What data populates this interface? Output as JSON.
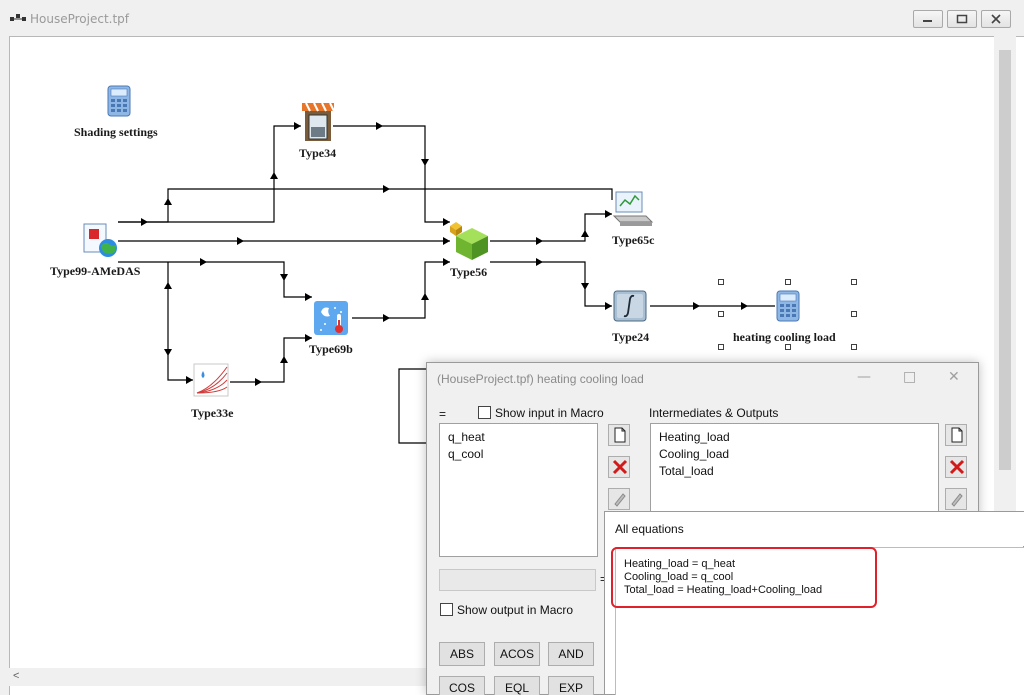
{
  "window": {
    "title": "HouseProject.tpf"
  },
  "components": {
    "shading": {
      "label": "Shading settings"
    },
    "type34": {
      "label": "Type34"
    },
    "type99": {
      "label": "Type99-AMeDAS"
    },
    "type56": {
      "label": "Type56"
    },
    "type65c": {
      "label": "Type65c"
    },
    "type24": {
      "label": "Type24"
    },
    "heating_cooling_load": {
      "label": "heating cooling load"
    },
    "type69b": {
      "label": "Type69b"
    },
    "type33e": {
      "label": "Type33e"
    }
  },
  "dialog": {
    "title": "(HouseProject.tpf) heating cooling load",
    "inputs_header": "=",
    "show_input_label": "Show input in Macro",
    "inputs": [
      "q_heat",
      "q_cool"
    ],
    "outputs_header": "Intermediates & Outputs",
    "outputs": [
      "Heating_load",
      "Cooling_load",
      "Total_load"
    ],
    "equals_sign": "=",
    "show_output_label": "Show output in Macro",
    "function_buttons": [
      "ABS",
      "ACOS",
      "AND",
      "COS",
      "EQL",
      "EXP"
    ]
  },
  "all_equations": {
    "title": "All equations",
    "lines": [
      "Heating_load = q_heat",
      "Cooling_load = q_cool",
      "Total_load = Heating_load+Cooling_load"
    ]
  },
  "scrollbar": {
    "left_arrow": "<"
  },
  "colors": {
    "highlight": "#e0202a",
    "wire": "#000000",
    "delete_icon": "#d11a1a"
  }
}
